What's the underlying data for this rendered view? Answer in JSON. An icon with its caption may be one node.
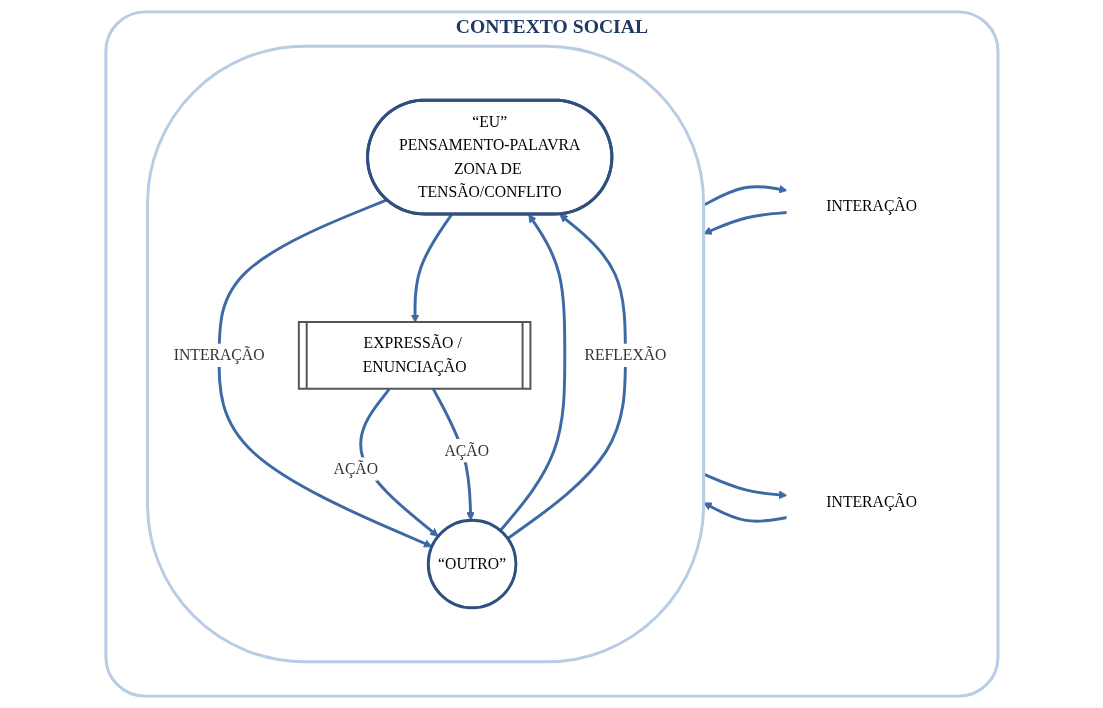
{
  "diagram": {
    "nodes": [
      {
        "text": [
          "CONTEXTO SOCIAL"
        ]
      },
      {
        "text": [
          "INTERAÇÃO"
        ],
        "in": 0
      },
      {
        "text": [
          "INTERAÇÃO"
        ],
        "in": 0
      },
      {
        "text": [],
        "shape": "ellipse",
        "in": 0
      },
      {
        "text": [
          "“EU”",
          "PENSAMENTO-PALAVRA",
          "ZONA DE TENSÃO/CONFLITO"
        ],
        "in": 3
      },
      {
        "text": [
          "EXPRESSÃO / ENUNCIAÇÃO"
        ],
        "in": 3
      },
      {
        "text": [
          "“OUTRO”"
        ],
        "in": 3
      }
    ],
    "edges": [
      {
        "from": 1,
        "to": 3,
        "arrow": "to"
      },
      {
        "from": 3,
        "to": 1,
        "arrow": "to"
      },
      {
        "from": 4,
        "to": 6,
        "arrow": "to",
        "label": "INTERAÇÃO"
      },
      {
        "from": 6,
        "to": 4,
        "arrow": "to"
      },
      {
        "from": 2,
        "to": 3,
        "arrow": "to"
      },
      {
        "from": 3,
        "to": 2,
        "arrow": "to"
      },
      {
        "from": 4,
        "to": 5,
        "arrow": "to"
      },
      {
        "from": 5,
        "to": 6,
        "arrow": "to",
        "label": "AÇÃO"
      },
      {
        "from": 5,
        "to": 6,
        "arrow": "to",
        "label": "AÇÃO"
      },
      {
        "from": 6,
        "to": 4,
        "arrow": "to",
        "label": "REFLEXÃO"
      }
    ]
  }
}
